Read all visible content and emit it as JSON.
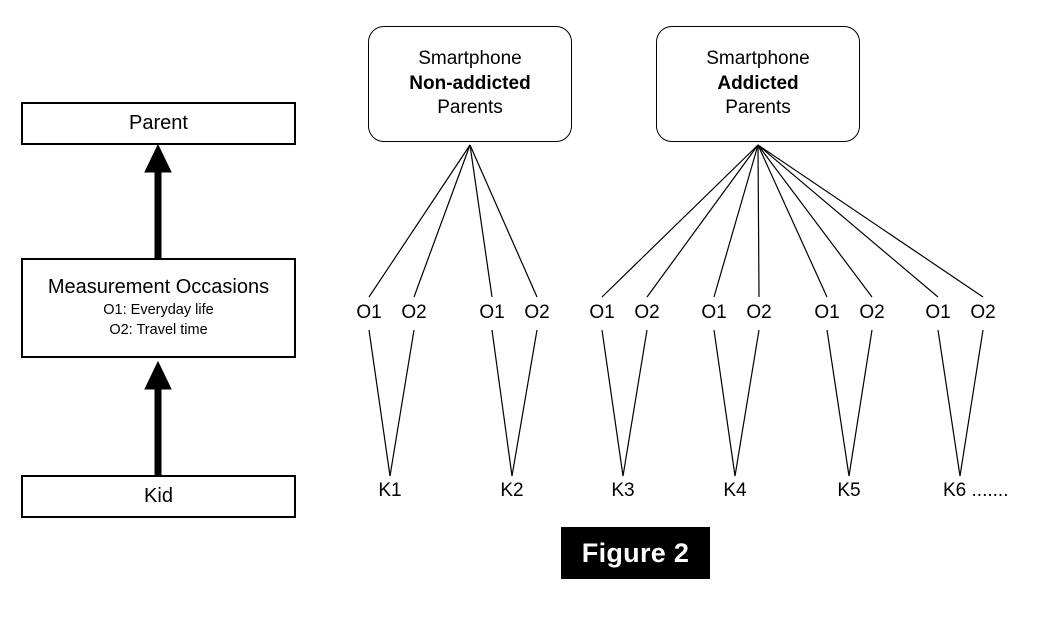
{
  "figure": {
    "caption": "Figure 2"
  },
  "legend_column": {
    "levels": [
      {
        "id": "parent",
        "title": "Parent",
        "sublines": []
      },
      {
        "id": "measurement-occasions",
        "title": "Measurement Occasions",
        "sublines": [
          "O1: Everyday life",
          "O2: Travel time"
        ]
      },
      {
        "id": "kid",
        "title": "Kid",
        "sublines": []
      }
    ],
    "arrows": [
      {
        "from": "measurement-occasions",
        "to": "parent"
      },
      {
        "from": "kid",
        "to": "measurement-occasions"
      }
    ]
  },
  "tree": {
    "groups": [
      {
        "id": "non-addicted",
        "line1": "Smartphone",
        "line2": "Non-addicted",
        "line3": "Parents",
        "kids": [
          "K1",
          "K2"
        ],
        "occasions_per_kid": [
          "O1",
          "O2"
        ]
      },
      {
        "id": "addicted",
        "line1": "Smartphone",
        "line2": "Addicted",
        "line3": "Parents",
        "kids": [
          "K3",
          "K4",
          "K5",
          "K6 ......."
        ],
        "occasions_per_kid": [
          "O1",
          "O2"
        ]
      }
    ],
    "occasion_labels": [
      "O1",
      "O2",
      "O1",
      "O2",
      "O1",
      "O2",
      "O1",
      "O2",
      "O1",
      "O2",
      "O1",
      "O2"
    ],
    "kid_labels": [
      "K1",
      "K2",
      "K3",
      "K4",
      "K5",
      "K6 ......."
    ]
  },
  "colors": {
    "stroke": "#000000",
    "background": "#ffffff",
    "caption_background": "#000000",
    "caption_text": "#ffffff"
  }
}
